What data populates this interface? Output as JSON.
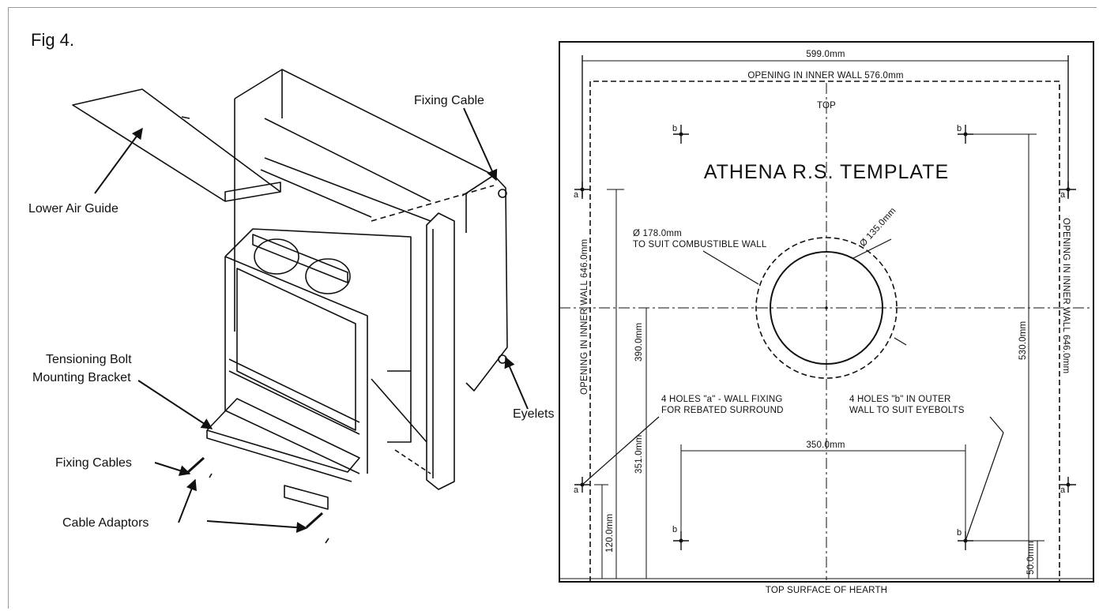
{
  "figure": {
    "title": "Fig 4."
  },
  "assembly": {
    "labels": {
      "fixing_cable": "Fixing Cable",
      "lower_air_guide": "Lower Air Guide",
      "tensioning_bolt_line1": "Tensioning Bolt",
      "tensioning_bolt_line2": "Mounting Bracket",
      "eyelets": "Eyelets",
      "fixing_cables": "Fixing Cables",
      "cable_adaptors": "Cable Adaptors"
    }
  },
  "template": {
    "title": "ATHENA  R.S.  TEMPLATE",
    "top_label": "TOP",
    "dim_599": "599.0mm",
    "opening_inner_top": "OPENING IN INNER WALL 576.0mm",
    "opening_inner_left": "OPENING IN INNER WALL 646.0mm",
    "opening_inner_right": "OPENING IN INNER WALL 646.0mm",
    "dia_178_line1": "Ø 178.0mm",
    "dia_178_line2": "TO SUIT COMBUSTIBLE WALL",
    "dia_135": "Ø 135.0mm",
    "dim_390": "390.0mm",
    "dim_530": "530.0mm",
    "dim_351": "351.0mm",
    "dim_120": "120.0mm",
    "dim_50": "50.0mm",
    "dim_350": "350.0mm",
    "holes_a_line1": "4 HOLES \"a\" - WALL FIXING",
    "holes_a_line2": "FOR REBATED SURROUND",
    "holes_b_line1": "4 HOLES \"b\" IN OUTER",
    "holes_b_line2": "WALL TO SUIT EYEBOLTS",
    "hearth": "TOP SURFACE OF HEARTH",
    "hole_a": "a",
    "hole_b": "b"
  }
}
